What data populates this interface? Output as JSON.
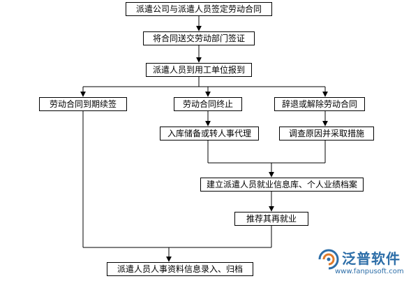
{
  "flowchart": {
    "step1": "派遣公司与派遣人员签定劳动合同",
    "step2": "将合同送交劳动部门签证",
    "step3": "派遣人员到用工单位报到",
    "branch_renew": "劳动合同到期续签",
    "branch_terminate": "劳动合同终止",
    "branch_dismiss": "辞退或解除劳动合同",
    "archive_transfer": "入库储备或转人事代理",
    "investigate": "调查原因并采取措施",
    "build_database": "建立派遣人员就业信息库、个人业绩档案",
    "recommend": "推荐其再就业",
    "final_record": "派遣人员人事资料信息录入、归档"
  },
  "watermark": {
    "name": "泛普软件",
    "url": "www.fanpusoft.com",
    "color": "#2d6ea8"
  }
}
